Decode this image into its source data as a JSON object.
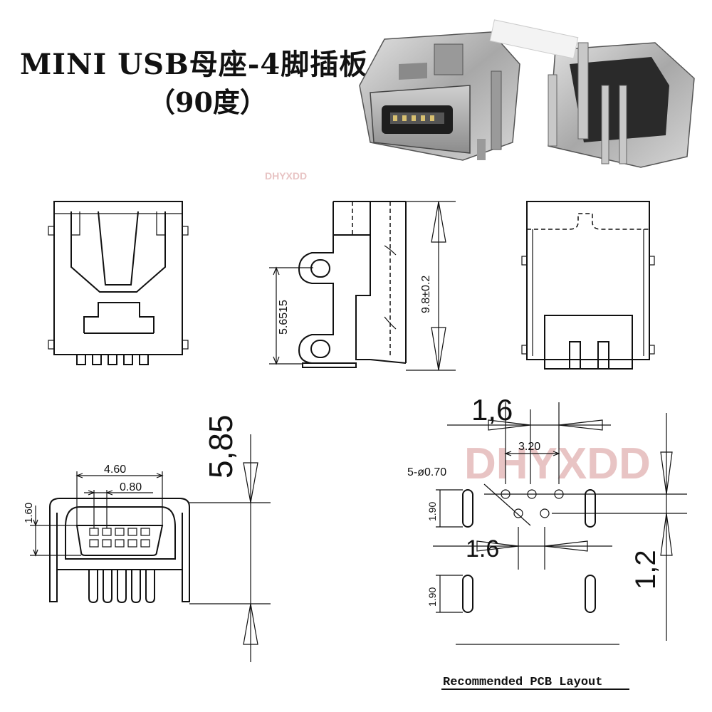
{
  "title": "MINI USB母座-4脚插板",
  "subtitle": "（90度）",
  "watermarks": {
    "small": "DHYXDD",
    "large": "DHYXDD"
  },
  "dimensions": {
    "side_height_small": "5.6515",
    "side_height_large": "9.8±0.2",
    "front_width": "4.60",
    "pin_pitch": "0.80",
    "opening_height": "1.60",
    "front_height": "5,85",
    "pcb_slot_spacing": "1,6",
    "pcb_pin_span": "3.20",
    "pcb_hole_callout": "5-ø0.70",
    "pcb_slot_height_top": "1.90",
    "pcb_slot_height_bottom": "1.90",
    "pcb_slot_spacing_2": "1.6",
    "pcb_vertical_offset": "1,2"
  },
  "pcb_caption": "Recommended PCB Layout",
  "colors": {
    "line": "#111111",
    "watermark": "#e8c4c4",
    "metal": "#b9b9b9",
    "dark": "#2a2a2a"
  }
}
